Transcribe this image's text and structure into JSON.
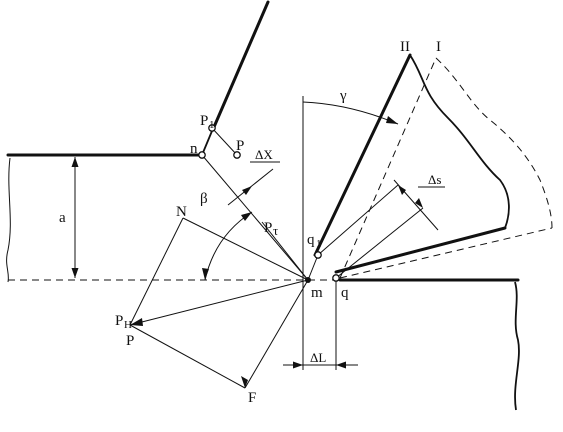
{
  "labels": {
    "a": "a",
    "beta": "β",
    "gamma": "γ",
    "delta_x": "ΔX",
    "delta_s": "Δs",
    "delta_l": "ΔL",
    "n": "n",
    "m": "m",
    "q": "q",
    "q1": "q",
    "q1_sub": "1",
    "p": "P",
    "p_top": "P",
    "p1": "P",
    "p1_sub": "1",
    "p_tau": "P",
    "p_tau_sub": "τ",
    "p_n": "P",
    "p_n_sub": "H",
    "n_vector": "N",
    "f_vector": "F",
    "roman_1": "I",
    "roman_2": "II"
  }
}
